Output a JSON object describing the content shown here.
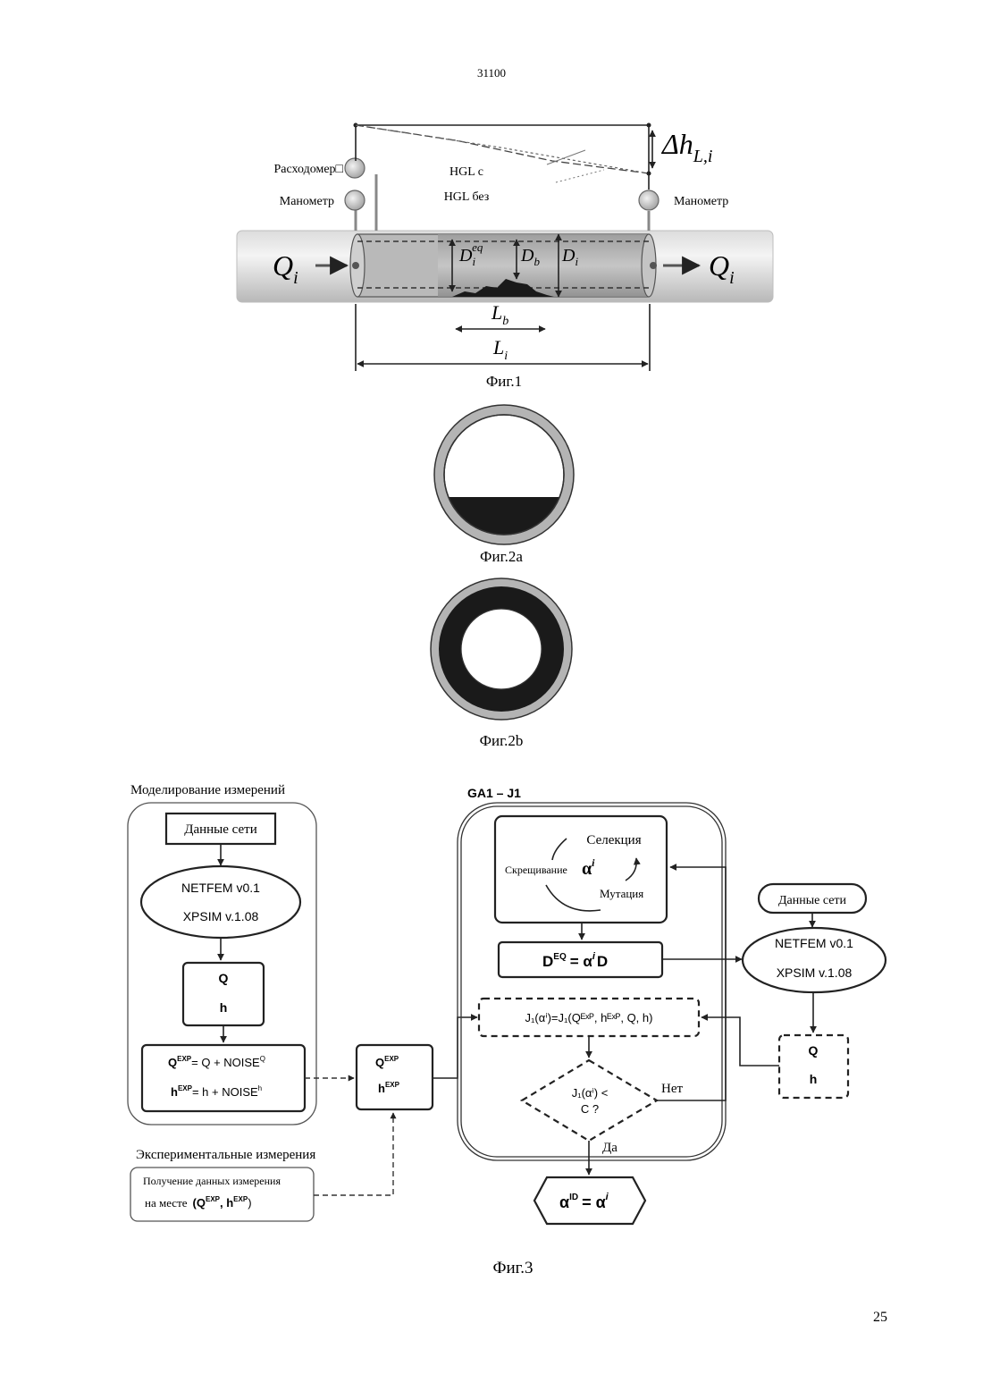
{
  "header": {
    "doc_number": "31100",
    "page_number": "25"
  },
  "fig1": {
    "caption": "Фиг.1",
    "flowmeter_label": "Расходомер□",
    "gauge_left_label": "Манометр",
    "gauge_right_label": "Манометр",
    "hgl_with": "HGL с",
    "hgl_without": "HGL без",
    "delta_h_main": "Δh",
    "delta_h_sub": "L,i",
    "q_symbol": "Q",
    "q_sub": "i",
    "d_eq_main": "D",
    "d_eq_sub": "i",
    "d_eq_sup": "eq",
    "d_b_main": "D",
    "d_b_sub": "b",
    "d_i_main": "D",
    "d_i_sub": "i",
    "l_b_main": "L",
    "l_b_sub": "b",
    "l_i_main": "L",
    "l_i_sub": "i"
  },
  "fig2a": {
    "caption": "Фиг.2a"
  },
  "fig2b": {
    "caption": "Фиг.2b"
  },
  "fig3": {
    "caption": "Фиг.3",
    "sim_title": "Моделирование измерений",
    "network_data": "Данные сети",
    "netfem": "NETFEM v0.1",
    "xpsim": "XPSIM v.1.08",
    "q": "Q",
    "h": "h",
    "q_exp_eq": "Q",
    "q_exp_sup": "EXP",
    "q_exp_rhs": "= Q + NOISE",
    "q_noise_sup": "Q",
    "h_exp_eq": "h",
    "h_exp_sup": "EXP",
    "h_exp_rhs": "= h + NOISE",
    "h_noise_sup": "h",
    "exp_title": "Экспериментальные измерения",
    "field_line1": "Получение данных измерения",
    "field_line2": "на месте",
    "field_formula": "(Q",
    "field_formula_sup": "EXP",
    "field_formula_mid": ", h",
    "field_formula_sup2": "EXP",
    "field_formula_end": ")",
    "ga_title": "GA1 – J1",
    "selection": "Селекция",
    "crossover": "Скрещивание",
    "mutation": "Мутация",
    "alpha_i": "α",
    "alpha_sup": "i",
    "deq_lhs": "D",
    "deq_sup": "EQ",
    "deq_rhs": "= α",
    "deq_rhs_sup": "i",
    "deq_rhs_end": "D",
    "j1_text": "J₁(αⁱ)=J₁(Qᴱˣᴾ, hᴱˣᴾ, Q, h)",
    "cond_line1": "J₁(αⁱ) <",
    "cond_line2": "C ?",
    "no_label": "Нет",
    "yes_label": "Да",
    "result_lhs": "α",
    "result_sup": "ID",
    "result_rhs": "= α",
    "result_rhs_sup": "i",
    "network_data_right": "Данные сети",
    "netfem_right": "NETFEM v0.1",
    "xpsim_right": "XPSIM v.1.08",
    "q_right": "Q",
    "h_right": "h"
  }
}
